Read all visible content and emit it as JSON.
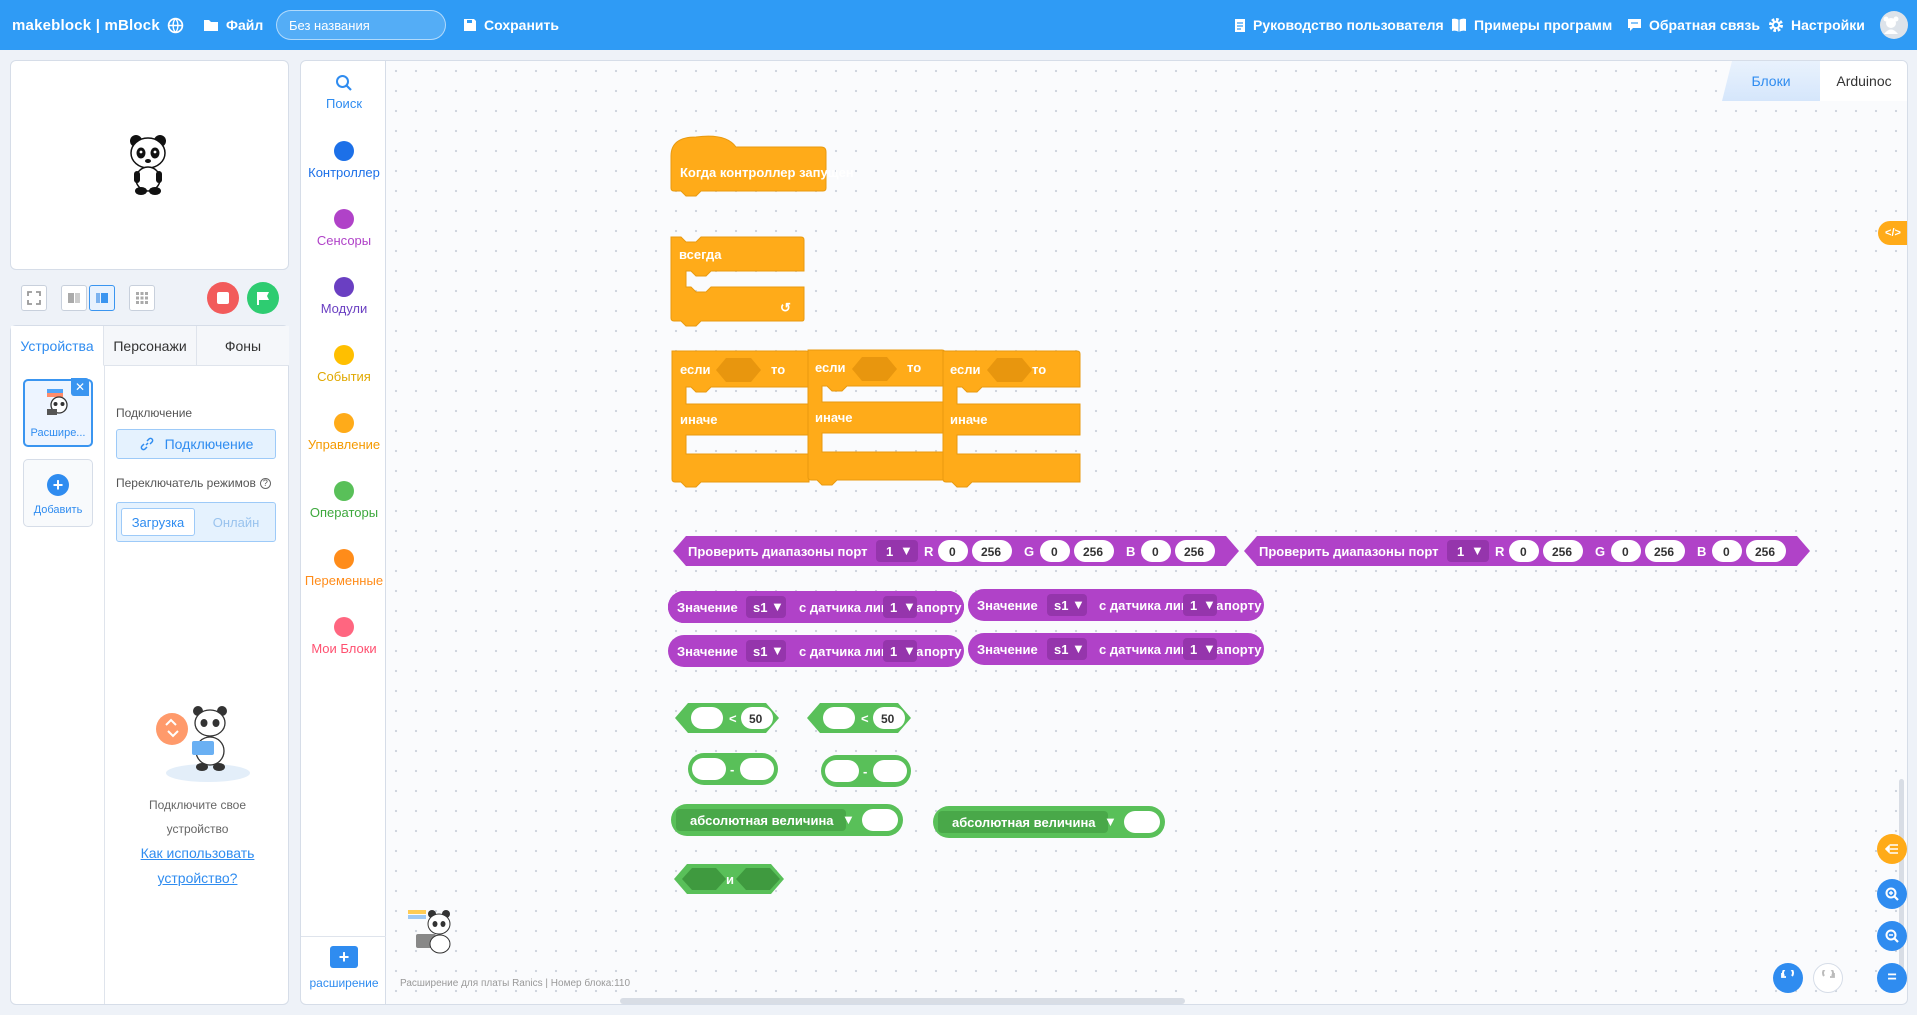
{
  "app": {
    "logo": "makeblock | mBlock",
    "file_menu": "Файл",
    "project_name": "Без названия",
    "save": "Сохранить",
    "user_guide": "Руководство пользователя",
    "examples": "Примеры программ",
    "feedback": "Обратная связь",
    "settings": "Настройки"
  },
  "left": {
    "tabs": [
      "Устройства",
      "Персонажи",
      "Фоны"
    ],
    "device_card_label": "Расшире...",
    "add_label": "Добавить",
    "connection_title": "Подключение",
    "connect_button": "Подключение",
    "mode_switch_title": "Переключатель режимов",
    "mode_upload": "Загрузка",
    "mode_live": "Онлайн",
    "hint_text_1": "Подключите свое",
    "hint_text_2": "устройство",
    "hint_link_1": "Как использовать",
    "hint_link_2": "устройство?"
  },
  "palette": {
    "categories": [
      {
        "label": "Поиск",
        "color": "#2f8cf0"
      },
      {
        "label": "Контроллер",
        "color": "#1c70e8"
      },
      {
        "label": "Сенсоры",
        "color": "#b042c8"
      },
      {
        "label": "Модули",
        "color": "#6a3fc2"
      },
      {
        "label": "События",
        "color": "#ffbf00"
      },
      {
        "label": "Управление",
        "color": "#ffab19"
      },
      {
        "label": "Операторы",
        "color": "#59c059"
      },
      {
        "label": "Переменные",
        "color": "#ff8c1a"
      },
      {
        "label": "Мои Блоки",
        "color": "#ff6680"
      }
    ],
    "extension_label": "расширение"
  },
  "code_tabs": {
    "blocks": "Блоки",
    "arduino": "Arduinoc"
  },
  "status_text": "Расширение для платы Ranics   |   Номер блока:110",
  "blocks": {
    "hat": "Когда контроллер запущен",
    "forever": "всегда",
    "if": "если",
    "then": "то",
    "else": "иначе",
    "check_range": "Проверить диапазоны порт",
    "port_val": "1",
    "r": "R",
    "g": "G",
    "b": "B",
    "zero": "0",
    "max": "256",
    "value": "Значение",
    "s1": "s1",
    "line_sensor": "с датчика линии на",
    "port": "порту",
    "lt": "<",
    "fifty": "50",
    "minus": "-",
    "abs": "абсолютная величина",
    "and": "и"
  },
  "colors": {
    "topbar": "#2f9bf5",
    "control": "#ffab19",
    "sensor": "#b042c8",
    "operator": "#59c059"
  }
}
